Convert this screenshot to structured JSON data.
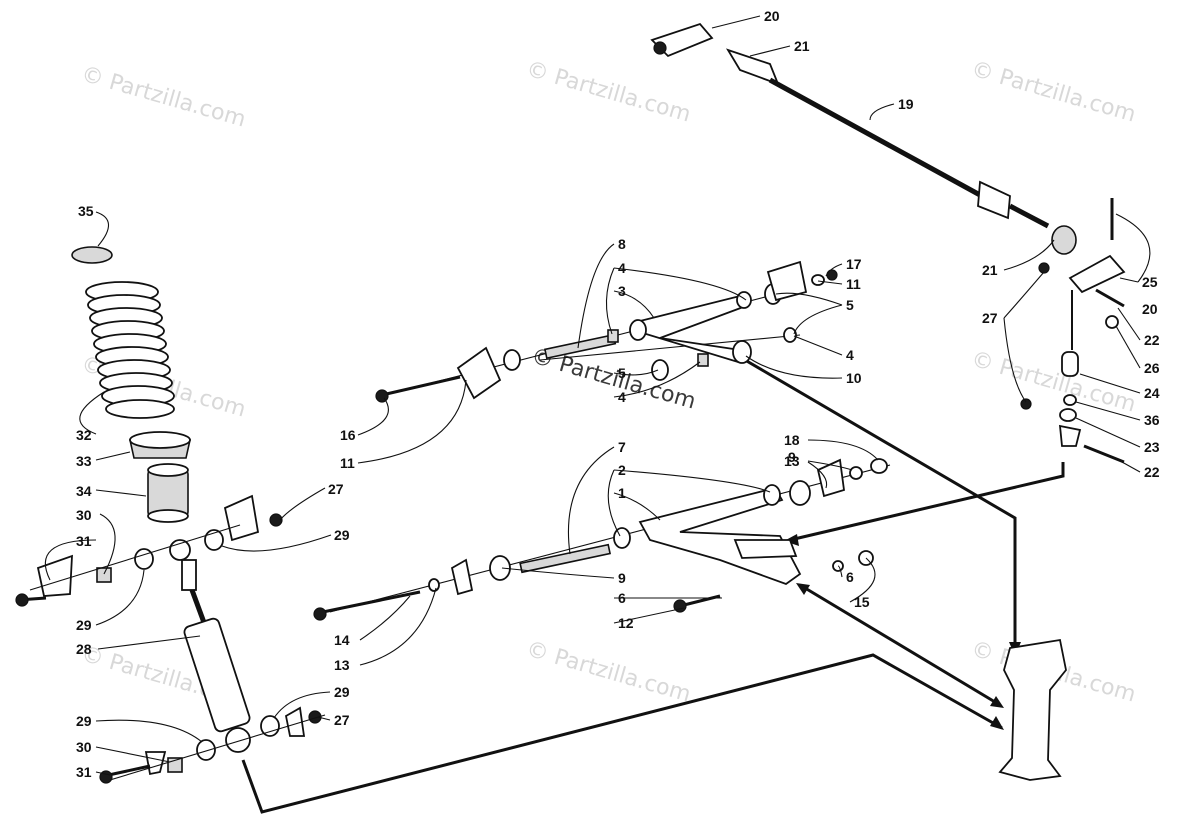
{
  "watermark": "© Partzilla.com",
  "callouts": [
    "35",
    "32",
    "33",
    "34",
    "30",
    "31",
    "29",
    "28",
    "29",
    "30",
    "31",
    "27",
    "29",
    "29",
    "27",
    "16",
    "11",
    "8",
    "4",
    "3",
    "5",
    "4",
    "17",
    "11",
    "5",
    "4",
    "10",
    "14",
    "13",
    "7",
    "2",
    "1",
    "9",
    "6",
    "12",
    "6",
    "15",
    "18",
    "13",
    "9",
    "20",
    "21",
    "19",
    "21",
    "25",
    "20",
    "27",
    "22",
    "26",
    "24",
    "36",
    "23",
    "22"
  ]
}
